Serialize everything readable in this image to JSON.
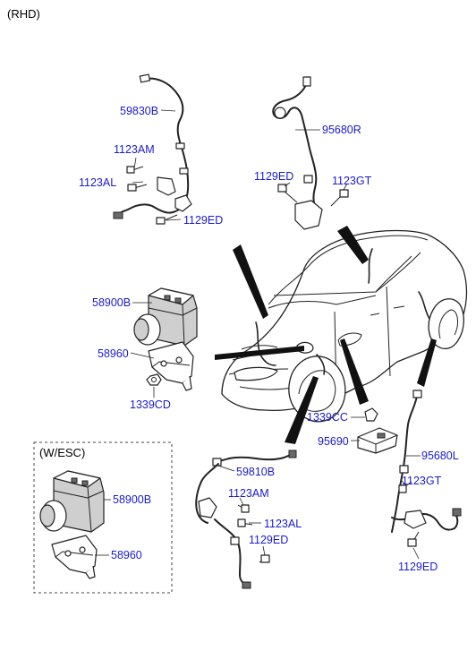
{
  "header": {
    "variant_label": "(RHD)"
  },
  "inset": {
    "label": "(W/ESC)"
  },
  "part_labels": [
    {
      "id": "p59830b",
      "code": "59830B"
    },
    {
      "id": "p1123am_a",
      "code": "1123AM"
    },
    {
      "id": "p1123al_a",
      "code": "1123AL"
    },
    {
      "id": "p1129ed_a",
      "code": "1129ED"
    },
    {
      "id": "p95680r",
      "code": "95680R"
    },
    {
      "id": "p1129ed_b",
      "code": "1129ED"
    },
    {
      "id": "p1123gt_a",
      "code": "1123GT"
    },
    {
      "id": "p58900b_a",
      "code": "58900B"
    },
    {
      "id": "p58960_a",
      "code": "58960"
    },
    {
      "id": "p1339cd",
      "code": "1339CD"
    },
    {
      "id": "p1339cc",
      "code": "1339CC"
    },
    {
      "id": "p95690",
      "code": "95690"
    },
    {
      "id": "p95680l",
      "code": "95680L"
    },
    {
      "id": "p59810b",
      "code": "59810B"
    },
    {
      "id": "p1123am_b",
      "code": "1123AM"
    },
    {
      "id": "p1123al_b",
      "code": "1123AL"
    },
    {
      "id": "p1129ed_c",
      "code": "1129ED"
    },
    {
      "id": "p1123gt_b",
      "code": "1123GT"
    },
    {
      "id": "p1129ed_d",
      "code": "1129ED"
    },
    {
      "id": "p58900b_b",
      "code": "58900B"
    },
    {
      "id": "p58960_b",
      "code": "58960"
    }
  ],
  "colors": {
    "label": "#1a1ad0",
    "line": "#222222",
    "pointer": "#111111"
  }
}
